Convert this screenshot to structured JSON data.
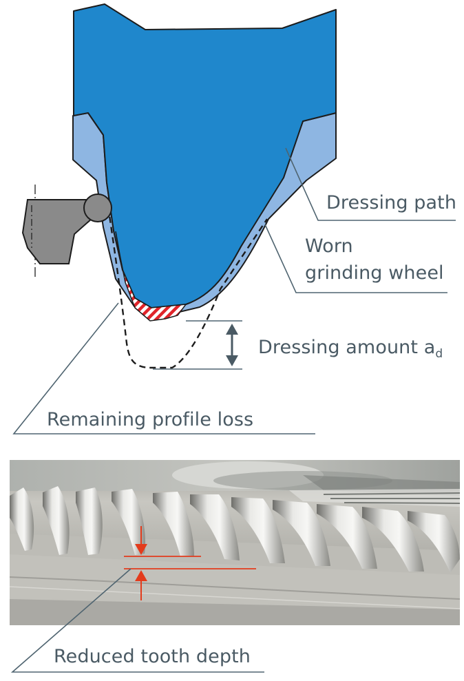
{
  "labels": {
    "dressing_path": "Dressing path",
    "worn_line1": "Worn",
    "worn_line2": "grinding wheel",
    "dressing_amount": "Dressing amount a",
    "dressing_amount_sub": "d",
    "remaining_loss": "Remaining profile loss",
    "reduced_depth": "Reduced tooth depth"
  },
  "colors": {
    "wheel": "#1f87cc",
    "worn_layer": "#8eb6e2",
    "hatch": "#e0242a",
    "tool": "#8a8a8a",
    "leader": "#4f6470",
    "arrow": "#4a5a64",
    "red_marker": "#e33b1c",
    "gear_metal": "#b9b8b2"
  }
}
